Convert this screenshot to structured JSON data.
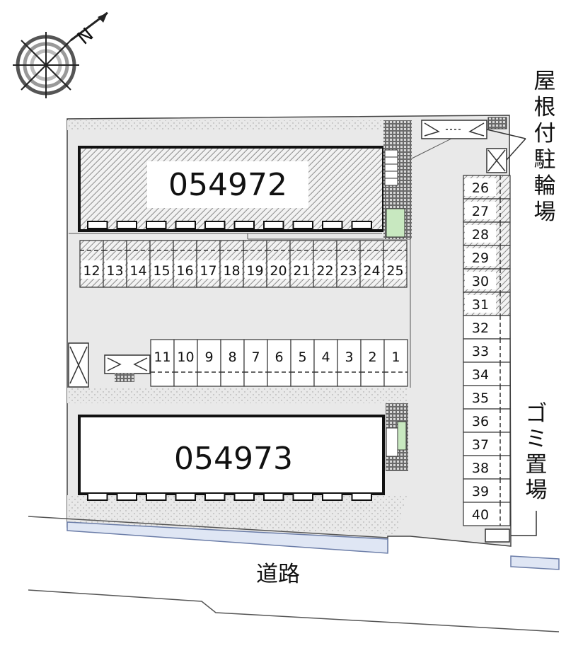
{
  "compass": {
    "north_letter": "N"
  },
  "buildings": [
    {
      "label": "054972"
    },
    {
      "label": "054973"
    }
  ],
  "spots": {
    "top_row": [
      "12",
      "13",
      "14",
      "15",
      "16",
      "17",
      "18",
      "19",
      "20",
      "21",
      "22",
      "23",
      "24",
      "25"
    ],
    "middle_row": [
      "11",
      "10",
      "9",
      "8",
      "7",
      "6",
      "5",
      "4",
      "3",
      "2",
      "1"
    ],
    "right_col": [
      "26",
      "27",
      "28",
      "29",
      "30",
      "31",
      "32",
      "33",
      "34",
      "35",
      "36",
      "37",
      "38",
      "39",
      "40"
    ]
  },
  "labels": {
    "bike_parking": "屋根付駐輪場",
    "garbage": "ゴミ置場",
    "road": "道路"
  },
  "colors": {
    "ground": "#e9e9e9",
    "line": "#222222",
    "hatch": "#8a8a8a",
    "green": "#c8e8c0"
  }
}
